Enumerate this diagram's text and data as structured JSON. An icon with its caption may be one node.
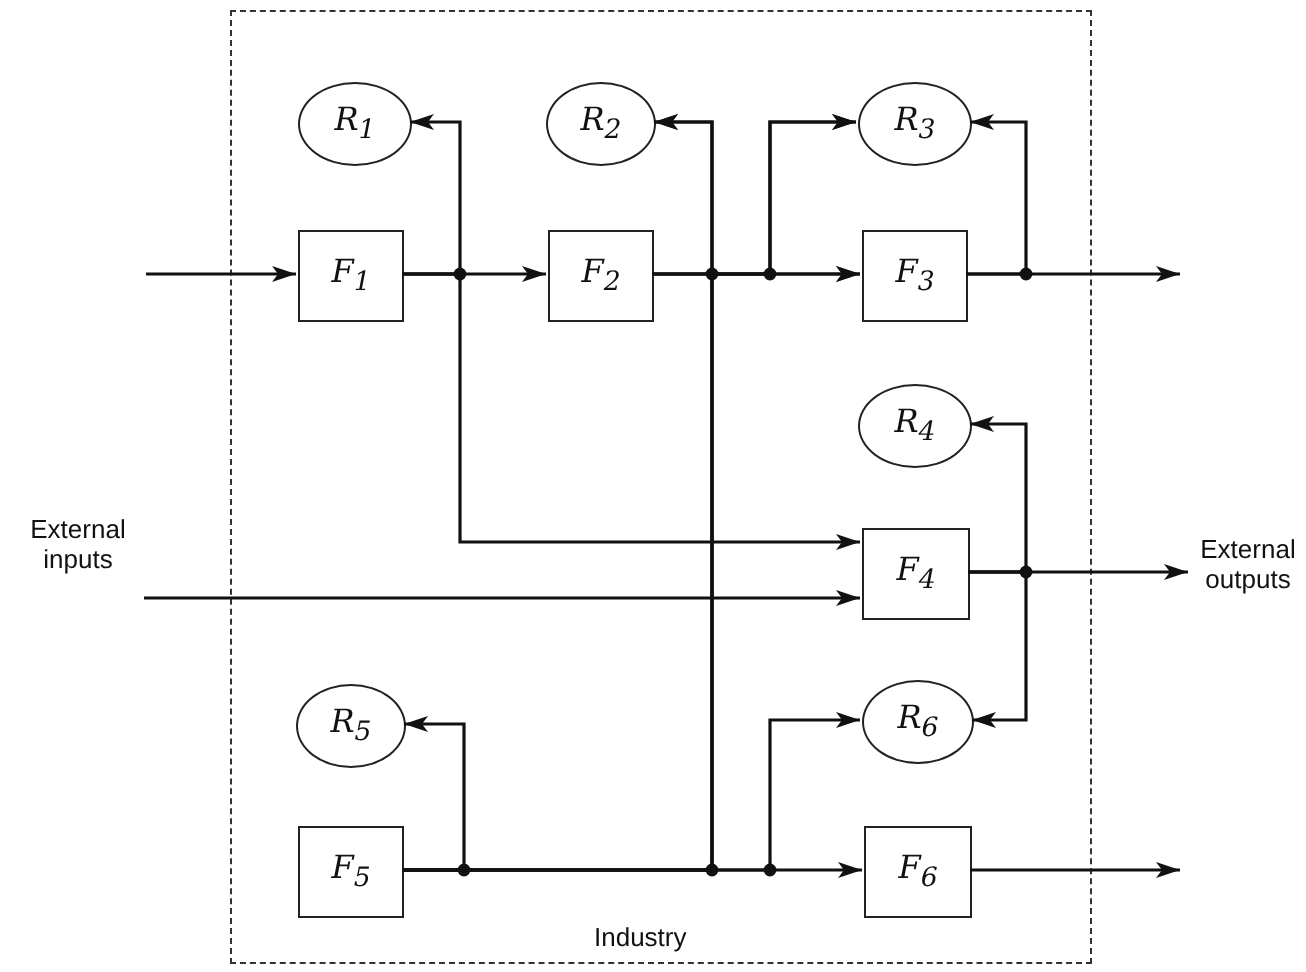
{
  "diagram": {
    "nodes": [
      {
        "text": [
          "Industry"
        ]
      },
      {
        "text": [
          "R$_{1}$"
        ],
        "in": 0
      },
      {
        "text": [
          "R$_{2}$"
        ],
        "in": 0
      },
      {
        "text": [
          "R$_{3}$"
        ],
        "in": 0
      },
      {
        "text": [
          "F$_{1}$"
        ],
        "in": 0
      },
      {
        "text": [
          "F$_{2}$"
        ],
        "in": 0
      },
      {
        "text": [
          "F$_{3}$"
        ],
        "in": 0
      },
      {
        "text": [
          "R$_{4}$"
        ],
        "in": 0
      },
      {
        "text": [
          "F$_{4}$"
        ],
        "in": 0
      },
      {
        "text": [
          "R$_{6}$"
        ],
        "in": 0
      },
      {
        "text": [
          "R$_{5}$"
        ],
        "in": 0
      },
      {
        "text": [
          "F$_{5}$"
        ],
        "in": 0
      },
      {
        "text": [
          "F$_{6}$"
        ],
        "in": 0
      },
      {
        "text": [
          "External inputs"
        ]
      },
      {
        "text": [
          "External outputs"
        ]
      }
    ],
    "edges": [
      {
        "from": null,
        "to": 4,
        "arrow": "to"
      },
      {
        "from": 4,
        "to": 1,
        "arrow": "to"
      },
      {
        "from": 4,
        "to": 5,
        "arrow": "to"
      },
      {
        "from": 4,
        "to": 8,
        "arrow": "to"
      },
      {
        "from": 5,
        "to": 2,
        "arrow": "to"
      },
      {
        "from": 5,
        "to": 3,
        "arrow": "to"
      },
      {
        "from": 5,
        "to": 6,
        "arrow": "to"
      },
      {
        "from": 11,
        "to": 2,
        "arrow": "to"
      },
      {
        "from": 11,
        "to": 3,
        "arrow": "to"
      },
      {
        "from": 11,
        "to": 6,
        "arrow": "to"
      },
      {
        "from": 6,
        "to": 3,
        "arrow": "to"
      },
      {
        "from": 6,
        "to": null,
        "arrow": "to"
      },
      {
        "from": 13,
        "to": 8,
        "arrow": "to"
      },
      {
        "from": 8,
        "to": 7,
        "arrow": "to"
      },
      {
        "from": 8,
        "to": 9,
        "arrow": "to"
      },
      {
        "from": 8,
        "to": 14,
        "arrow": "to"
      },
      {
        "from": 11,
        "to": 10,
        "arrow": "to"
      },
      {
        "from": 11,
        "to": 9,
        "arrow": "to"
      },
      {
        "from": 11,
        "to": 12,
        "arrow": "to"
      },
      {
        "from": 12,
        "to": null,
        "arrow": "to"
      }
    ]
  }
}
